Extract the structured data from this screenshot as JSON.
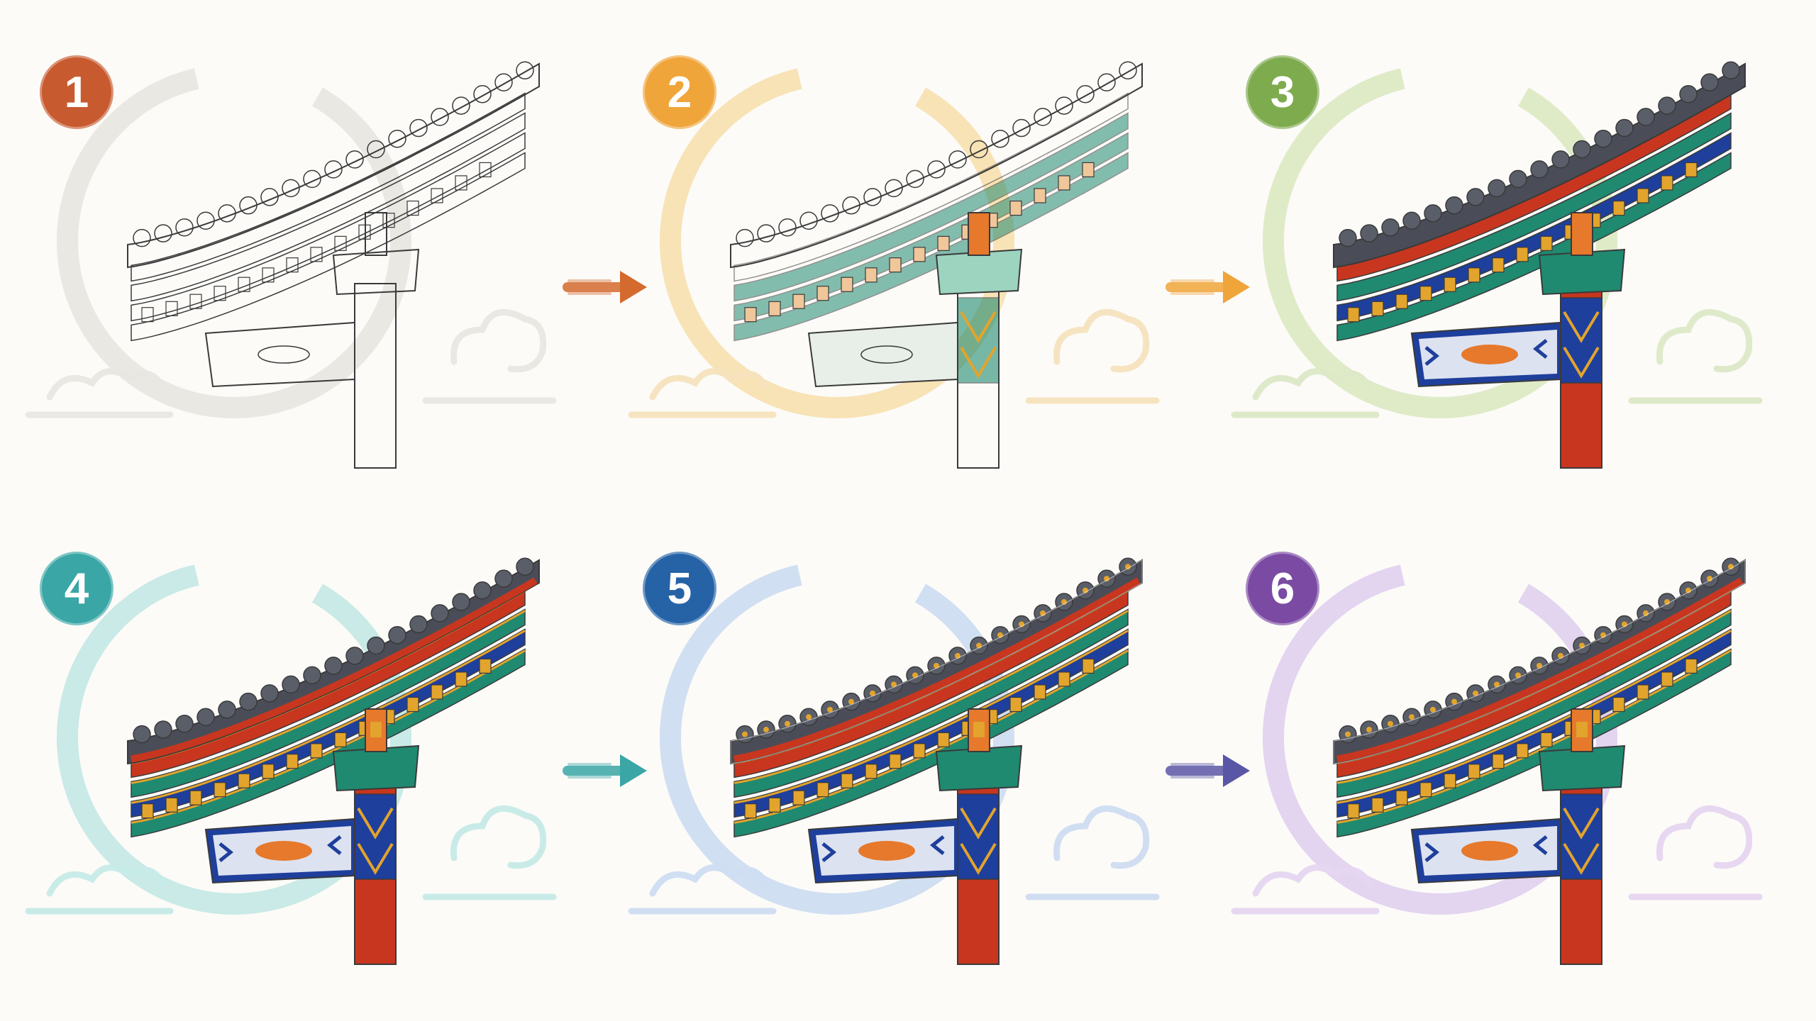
{
  "steps": [
    {
      "number": "1",
      "badge_color": "#c85a2f",
      "ring_color": "#e6e4df",
      "cloud_color": "#e9e7e2",
      "stage": "sketch"
    },
    {
      "number": "2",
      "badge_color": "#f0a53a",
      "ring_color": "#f7deaa",
      "cloud_color": "#f6e3be",
      "stage": "base-wash"
    },
    {
      "number": "3",
      "badge_color": "#7fab4f",
      "ring_color": "#d9e7be",
      "cloud_color": "#dde9c7",
      "stage": "color-blocks"
    },
    {
      "number": "4",
      "badge_color": "#3aa6a6",
      "ring_color": "#bfe6e3",
      "cloud_color": "#c7ebe8",
      "stage": "detailing"
    },
    {
      "number": "5",
      "badge_color": "#2563a6",
      "ring_color": "#c8d9f0",
      "cloud_color": "#cfddf2",
      "stage": "shading"
    },
    {
      "number": "6",
      "badge_color": "#7b4aa3",
      "ring_color": "#decdee",
      "cloud_color": "#e6d6f1",
      "stage": "final"
    }
  ],
  "arrows": [
    {
      "from": "1",
      "to": "2",
      "color": "#d46a2e"
    },
    {
      "from": "2",
      "to": "3",
      "color": "#f0a53a"
    },
    {
      "from": "4",
      "to": "5",
      "color": "#3aa6a6"
    },
    {
      "from": "5",
      "to": "6",
      "color": "#5a56a6"
    }
  ],
  "palette": {
    "line": "#3a3a3a",
    "red": "#c8361f",
    "green": "#1f8a70",
    "blue": "#1f3f9c",
    "gold": "#e2a42c",
    "tile": "#4a4d57",
    "orange": "#e6792c"
  }
}
